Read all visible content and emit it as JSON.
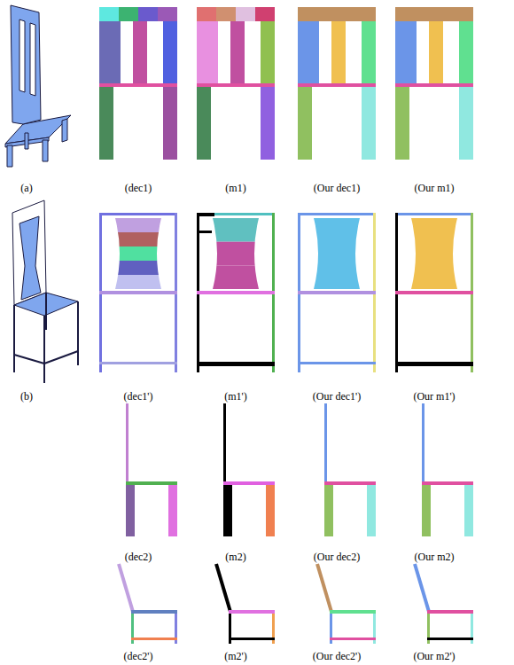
{
  "diagram": {
    "labels": [
      "(a)",
      "(dec1)",
      "(m1)",
      "(Our dec1)",
      "(Our m1)",
      "(b)",
      "(dec1')",
      "(m1')",
      "(Our dec1')",
      "(Our m1')",
      "(dec2)",
      "(m2)",
      "(Our dec2)",
      "(Our m2)",
      "(dec2')",
      "(m2')",
      "(Our dec2')",
      "(Our m2')"
    ]
  }
}
